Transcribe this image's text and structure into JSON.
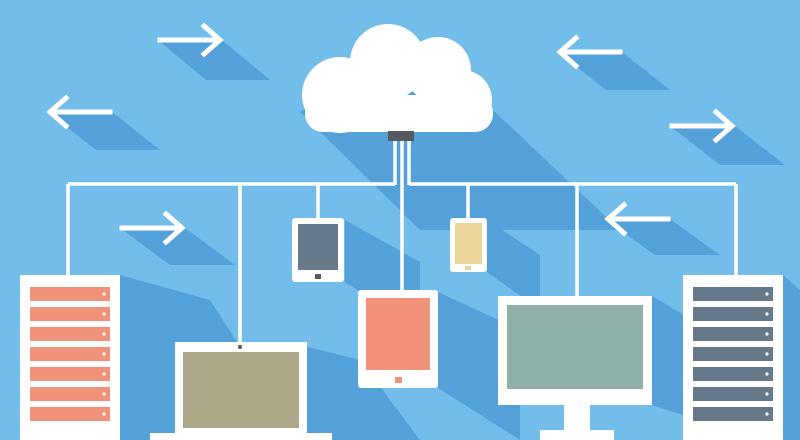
{
  "scene": {
    "background": "#72bde9",
    "shadow": "#4d9ad4",
    "line_color": "#ffffff",
    "connector_color": "#555a60"
  },
  "cloud": {
    "icon": "cloud-icon",
    "color": "#ffffff"
  },
  "arrows": [
    {
      "name": "arrow-right-top-left",
      "direction": "right"
    },
    {
      "name": "arrow-left-top-right",
      "direction": "left"
    },
    {
      "name": "arrow-left-mid-left",
      "direction": "left"
    },
    {
      "name": "arrow-right-mid-right",
      "direction": "right"
    },
    {
      "name": "arrow-right-lower-left",
      "direction": "right"
    },
    {
      "name": "arrow-left-lower-right",
      "direction": "left"
    }
  ],
  "devices": [
    {
      "name": "server-left",
      "icon": "server-icon",
      "type": "server",
      "accent": "#f0927a"
    },
    {
      "name": "laptop",
      "icon": "laptop-icon",
      "type": "laptop",
      "accent": "#aea88a"
    },
    {
      "name": "phone-left",
      "icon": "smartphone-icon",
      "type": "phone",
      "accent": "#66798b"
    },
    {
      "name": "tablet-center",
      "icon": "tablet-icon",
      "type": "tablet",
      "accent": "#f0927a"
    },
    {
      "name": "phone-right",
      "icon": "smartphone-icon",
      "type": "phone",
      "accent": "#ead59b"
    },
    {
      "name": "desktop-monitor",
      "icon": "monitor-icon",
      "type": "monitor",
      "accent": "#8fb1aa"
    },
    {
      "name": "server-right",
      "icon": "server-icon",
      "type": "server",
      "accent": "#66798b"
    }
  ]
}
